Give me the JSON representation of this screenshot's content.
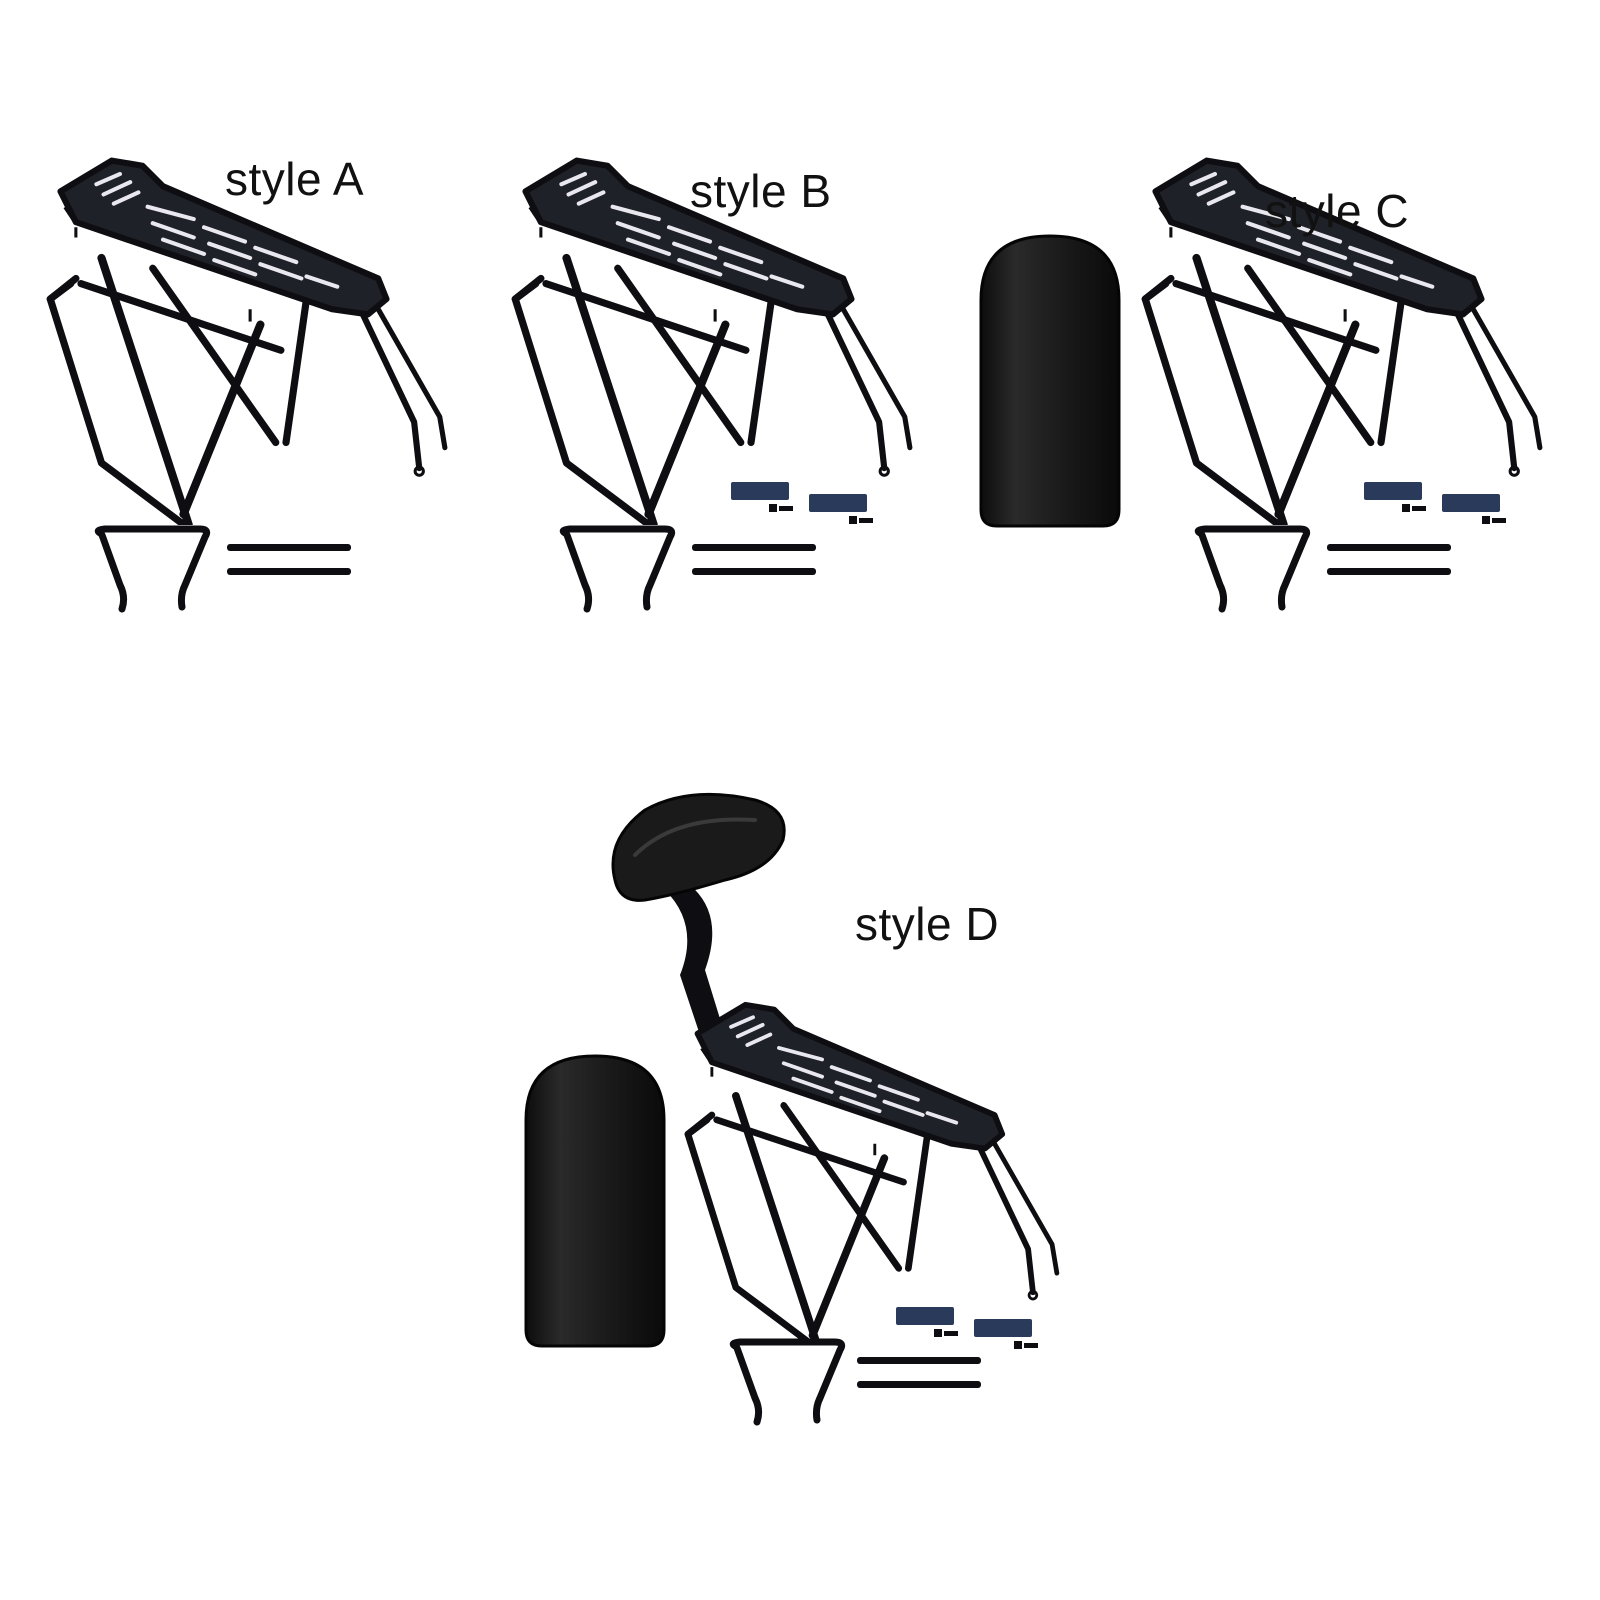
{
  "styles": [
    {
      "label": "style A"
    },
    {
      "label": "style B"
    },
    {
      "label": "style C"
    },
    {
      "label": "style D"
    }
  ],
  "colors": {
    "background": "#ffffff",
    "frame": "#0e0e12",
    "deck": "#1f2128",
    "pad": "#141414",
    "padHighlight": "#3a3a3a",
    "spacer": "#2a3a5a",
    "labelText": "#111111"
  },
  "icons": [
    "rear-rack-icon",
    "support-bracket-icon",
    "strap-icon",
    "seat-pad-icon",
    "backrest-icon",
    "spacer-kit-icon"
  ]
}
